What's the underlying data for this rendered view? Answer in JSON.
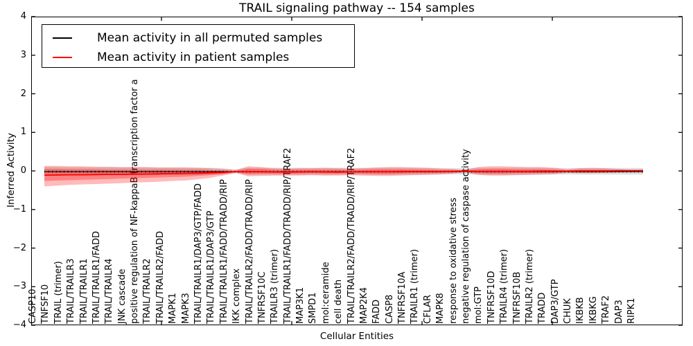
{
  "title": "TRAIL signaling pathway -- 154 samples",
  "axes": {
    "xlabel": "Cellular Entities",
    "ylabel": "Inferred Activity",
    "ytick_labels": [
      "4",
      "3",
      "2",
      "1",
      "0",
      "−1",
      "−2",
      "−3",
      "−4"
    ]
  },
  "legend": {
    "items": [
      {
        "label": "Mean activity in all permuted samples",
        "color": "#000000"
      },
      {
        "label": "Mean activity in patient samples",
        "color": "#ff0000"
      }
    ]
  },
  "chart_data": {
    "type": "line",
    "title": "TRAIL signaling pathway -- 154 samples",
    "xlabel": "Cellular Entities",
    "ylabel": "Inferred Activity",
    "ylim": [
      -4,
      4
    ],
    "grid": false,
    "legend_position": "upper left",
    "categories": [
      "CASP10",
      "TNFSF10",
      "TRAIL (trimer)",
      "TRAIL/TRAILR3",
      "TRAIL/TRAILR1",
      "TRAIL/TRAILR1/FADD",
      "TRAIL/TRAILR4",
      "JNK cascade",
      "positive regulation of NF-kappaB transcription factor a",
      "TRAIL/TRAILR2",
      "TRAIL/TRAILR2/FADD",
      "MAPK1",
      "MAPK3",
      "TRAIL/TRAILR1/DAP3/GTP/FADD",
      "TRAIL/TRAILR1/DAP3/GTP",
      "TRAIL/TRAILR1/FADD/TRADD/RIP",
      "IKK complex",
      "TRAIL/TRAILR2/FADD/TRADD/RIP",
      "TNFRSF10C",
      "TRAILR3 (trimer)",
      "TRAIL/TRAILR1/FADD/TRADD/RIP/TRAF2",
      "MAP3K1",
      "SMPD1",
      "mol:ceramide",
      "cell death",
      "TRAIL/TRAILR2/FADD/TRADD/RIP/TRAF2",
      "MAP2K4",
      "FADD",
      "CASP8",
      "TNFRSF10A",
      "TRAILR1 (trimer)",
      "CFLAR",
      "MAPK8",
      "response to oxidative stress",
      "negative regulation of caspase activity",
      "mol:GTP",
      "TNFRSF10D",
      "TRAILR4 (trimer)",
      "TNFRSF10B",
      "TRAILR2 (trimer)",
      "TRADD",
      "DAP3/GTP",
      "CHUK",
      "IKBKB",
      "IKBKG",
      "TRAF2",
      "DAP3",
      "RIPK1"
    ],
    "series": [
      {
        "name": "Mean activity in all permuted samples",
        "color": "#000000",
        "style": "solid-with-dot-markers",
        "values": [
          -0.02,
          -0.02,
          -0.02,
          -0.02,
          -0.02,
          -0.02,
          -0.02,
          -0.02,
          -0.02,
          -0.02,
          -0.02,
          -0.02,
          -0.02,
          -0.02,
          -0.02,
          -0.02,
          -0.02,
          -0.02,
          -0.02,
          -0.02,
          -0.02,
          -0.02,
          -0.02,
          -0.02,
          -0.02,
          -0.02,
          -0.02,
          -0.02,
          -0.02,
          -0.02,
          -0.02,
          -0.02,
          -0.02,
          -0.02,
          -0.02,
          -0.02,
          -0.02,
          -0.02,
          -0.02,
          -0.02,
          -0.02,
          -0.02,
          -0.02,
          -0.02,
          -0.02,
          -0.02,
          -0.02,
          -0.02
        ]
      },
      {
        "name": "Mean activity in patient samples",
        "color": "#ff0000",
        "style": "solid",
        "values": [
          -0.11,
          -0.105,
          -0.1,
          -0.1,
          -0.095,
          -0.09,
          -0.09,
          -0.085,
          -0.08,
          -0.075,
          -0.07,
          -0.065,
          -0.06,
          -0.05,
          -0.04,
          -0.02,
          -0.02,
          -0.02,
          -0.025,
          -0.03,
          -0.025,
          -0.02,
          -0.025,
          -0.03,
          -0.025,
          -0.02,
          -0.02,
          -0.02,
          -0.015,
          -0.015,
          -0.015,
          -0.015,
          -0.01,
          -0.005,
          -0.01,
          -0.01,
          -0.01,
          -0.01,
          -0.01,
          -0.005,
          -0.005,
          -0.005,
          0,
          0,
          0,
          0.005,
          0.005,
          0.01
        ]
      }
    ],
    "bands": [
      {
        "name": "permuted samples range",
        "color": "#000000",
        "opacity": 0.13,
        "upper": [
          0.1,
          0.1,
          0.095,
          0.095,
          0.09,
          0.09,
          0.09,
          0.09,
          0.09,
          0.085,
          0.085,
          0.085,
          0.085,
          0.08,
          0.07,
          0.04,
          0.08,
          0.08,
          0.08,
          0.08,
          0.08,
          0.08,
          0.08,
          0.08,
          0.08,
          0.08,
          0.08,
          0.08,
          0.08,
          0.08,
          0.08,
          0.075,
          0.07,
          0.07,
          0.075,
          0.08,
          0.08,
          0.08,
          0.08,
          0.08,
          0.075,
          0.07,
          0.075,
          0.075,
          0.075,
          0.075,
          0.075,
          0.075
        ],
        "lower": [
          -0.12,
          -0.12,
          -0.115,
          -0.115,
          -0.11,
          -0.11,
          -0.11,
          -0.11,
          -0.11,
          -0.105,
          -0.105,
          -0.105,
          -0.105,
          -0.1,
          -0.09,
          -0.06,
          -0.1,
          -0.1,
          -0.1,
          -0.1,
          -0.1,
          -0.1,
          -0.1,
          -0.1,
          -0.1,
          -0.1,
          -0.1,
          -0.1,
          -0.1,
          -0.1,
          -0.1,
          -0.095,
          -0.09,
          -0.09,
          -0.095,
          -0.1,
          -0.1,
          -0.1,
          -0.1,
          -0.1,
          -0.095,
          -0.09,
          -0.095,
          -0.095,
          -0.095,
          -0.095,
          -0.095,
          -0.095
        ]
      },
      {
        "name": "patient samples outer range",
        "color": "#ff0000",
        "opacity": 0.27,
        "upper": [
          0.13,
          0.13,
          0.12,
          0.12,
          0.11,
          0.11,
          0.1,
          0.1,
          0.1,
          0.09,
          0.09,
          0.09,
          0.08,
          0.07,
          0.05,
          0.02,
          0.12,
          0.1,
          0.07,
          0.06,
          0.07,
          0.07,
          0.08,
          0.07,
          0.06,
          0.07,
          0.09,
          0.1,
          0.1,
          0.09,
          0.08,
          0.06,
          0.05,
          0.02,
          0.1,
          0.12,
          0.12,
          0.11,
          0.1,
          0.1,
          0.08,
          0.04,
          0.07,
          0.08,
          0.07,
          0.05,
          0.03,
          0.02
        ],
        "lower": [
          -0.4,
          -0.38,
          -0.36,
          -0.35,
          -0.34,
          -0.33,
          -0.32,
          -0.3,
          -0.29,
          -0.28,
          -0.26,
          -0.25,
          -0.22,
          -0.18,
          -0.12,
          -0.05,
          -0.14,
          -0.13,
          -0.12,
          -0.12,
          -0.12,
          -0.11,
          -0.12,
          -0.12,
          -0.11,
          -0.12,
          -0.13,
          -0.13,
          -0.12,
          -0.11,
          -0.1,
          -0.09,
          -0.07,
          -0.03,
          -0.1,
          -0.12,
          -0.12,
          -0.11,
          -0.1,
          -0.09,
          -0.08,
          -0.05,
          -0.06,
          -0.06,
          -0.05,
          -0.04,
          -0.02,
          -0.01
        ]
      },
      {
        "name": "patient samples inner range",
        "color": "#ff0000",
        "opacity": 0.3,
        "upper": [
          0.05,
          0.05,
          0.04,
          0.04,
          0.04,
          0.03,
          0.03,
          0.03,
          0.03,
          0.03,
          0.03,
          0.03,
          0.03,
          0.02,
          0.01,
          0,
          0.06,
          0.05,
          0.03,
          0.02,
          0.03,
          0.03,
          0.03,
          0.03,
          0.02,
          0.03,
          0.04,
          0.04,
          0.04,
          0.03,
          0.03,
          0.02,
          0.02,
          0.01,
          0.04,
          0.05,
          0.05,
          0.04,
          0.04,
          0.04,
          0.03,
          0.01,
          0.03,
          0.03,
          0.03,
          0.02,
          0.01,
          0.01
        ],
        "lower": [
          -0.26,
          -0.25,
          -0.24,
          -0.23,
          -0.22,
          -0.21,
          -0.2,
          -0.19,
          -0.18,
          -0.17,
          -0.16,
          -0.15,
          -0.13,
          -0.11,
          -0.08,
          -0.03,
          -0.08,
          -0.07,
          -0.07,
          -0.07,
          -0.07,
          -0.06,
          -0.07,
          -0.07,
          -0.06,
          -0.07,
          -0.08,
          -0.08,
          -0.07,
          -0.06,
          -0.06,
          -0.05,
          -0.04,
          -0.02,
          -0.06,
          -0.07,
          -0.07,
          -0.06,
          -0.06,
          -0.05,
          -0.05,
          -0.02,
          -0.03,
          -0.03,
          -0.03,
          -0.02,
          -0.01,
          0
        ]
      }
    ]
  }
}
